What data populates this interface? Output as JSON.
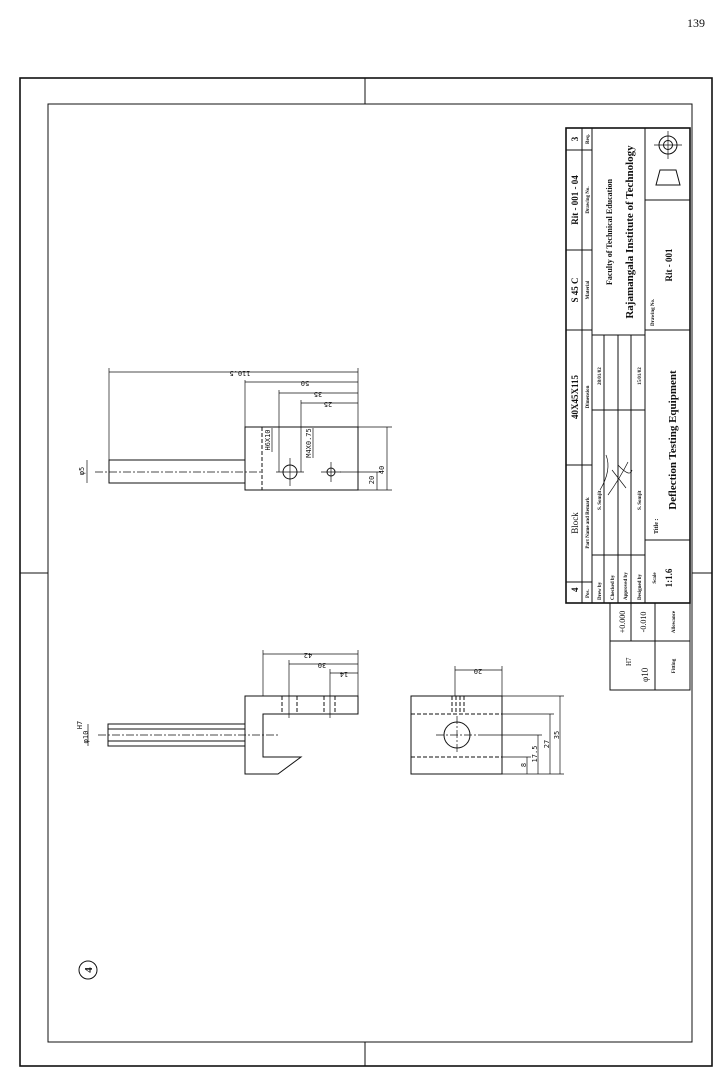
{
  "page_number": "139",
  "sheet_marker": "4",
  "title_block": {
    "pos_value": "4",
    "pos_label": "Pos.",
    "part_value": "Block",
    "part_label": "Part Name and Remark",
    "dimension_value": "40X45X115",
    "dimension_label": "Dimension",
    "material_value": "S 45 C",
    "material_label": "Material",
    "drawing_no_value": "Rit - 001 - 04",
    "drawing_no_label": "Drawing No.",
    "req_value": "3",
    "req_label": "Req.",
    "drew_by_label": "Drew by",
    "drew_by_name": "S. Somjit",
    "drew_by_date": "28/01/02",
    "checked_by_label": "Checked by",
    "approved_by_label": "Approved by",
    "designed_by_label": "Designed by",
    "designed_by_name": "S. Somjit",
    "designed_by_date": "15/01/02",
    "faculty": "Faculty of Technical Education",
    "institute": "Rajamangala Institute of Technology",
    "scale_label": "Scale",
    "scale_value": "1:1.6",
    "title_label": "Title :",
    "title_value": "Deflection Testing Equipment",
    "main_drawing_no_label": "Drawing No.",
    "main_drawing_no_value": "Rit - 001"
  },
  "fitting_table": {
    "fit": "φ10",
    "fit_grade": "H7",
    "upper": "+0.000",
    "lower": "-0.010",
    "fitting_label": "Fitting",
    "allowance_label": "Allowance"
  },
  "dimensions": {
    "top_view": {
      "overall": "110.5",
      "d50": "50",
      "d35": "35",
      "d25": "25",
      "height": "40",
      "half": "20",
      "rod": "φ5",
      "thread1": "H6X10",
      "thread2": "M4X0.75"
    },
    "side_view": {
      "d42": "42",
      "d30": "30",
      "d14": "14",
      "rod": "φ10",
      "rod_fit": "H7"
    },
    "end_view": {
      "d20": "20",
      "d35": "35",
      "d27": "27",
      "d17_5": "17.5",
      "d8": "8"
    }
  }
}
